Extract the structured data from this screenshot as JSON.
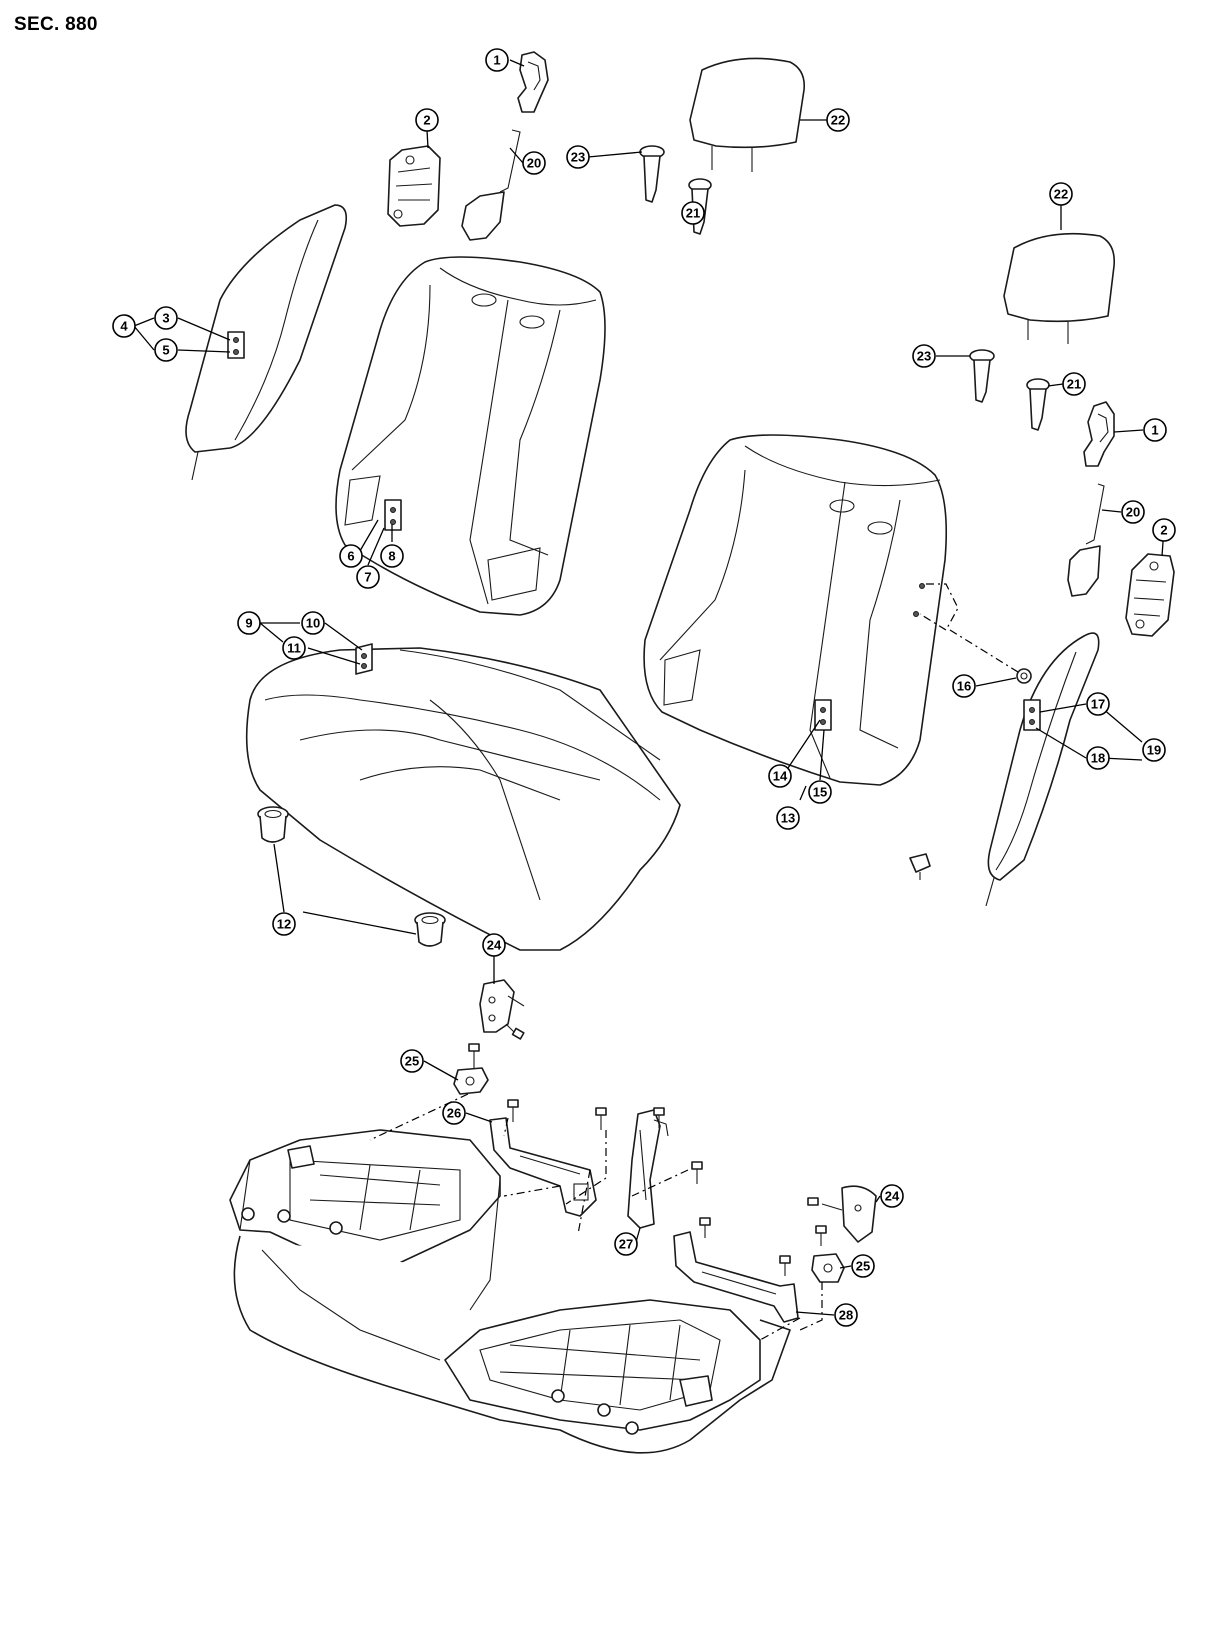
{
  "section_title": "SEC. 880",
  "callouts": {
    "c1a": "1",
    "c1b": "1",
    "c2a": "2",
    "c2b": "2",
    "c3": "3",
    "c4": "4",
    "c5": "5",
    "c6": "6",
    "c7": "7",
    "c8": "8",
    "c9": "9",
    "c10": "10",
    "c11": "11",
    "c12": "12",
    "c13": "13",
    "c14": "14",
    "c15": "15",
    "c16": "16",
    "c17": "17",
    "c18": "18",
    "c19": "19",
    "c20a": "20",
    "c20b": "20",
    "c21a": "21",
    "c21b": "21",
    "c22a": "22",
    "c22b": "22",
    "c23a": "23",
    "c23b": "23",
    "c24a": "24",
    "c24b": "24",
    "c25a": "25",
    "c25b": "25",
    "c26": "26",
    "c27": "27",
    "c28": "28"
  }
}
